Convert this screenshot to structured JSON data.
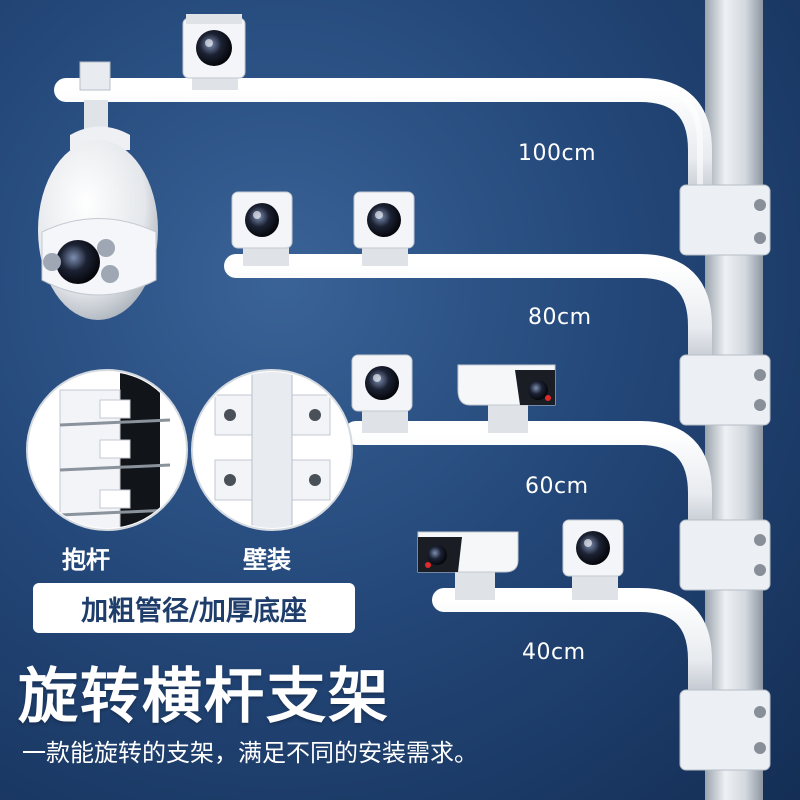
{
  "arm_lengths": [
    "100cm",
    "80cm",
    "60cm",
    "40cm"
  ],
  "details": [
    {
      "caption": "抱杆"
    },
    {
      "caption": "壁装"
    }
  ],
  "feature_box": "加粗管径/加厚底座",
  "title": "旋转横杆支架",
  "subtitle": "一款能旋转的支架，满足不同的安装需求。",
  "colors": {
    "background": "#24487a",
    "bracket": "#f2f4f7",
    "text": "#ffffff",
    "feature_text": "#1e3d6b"
  }
}
